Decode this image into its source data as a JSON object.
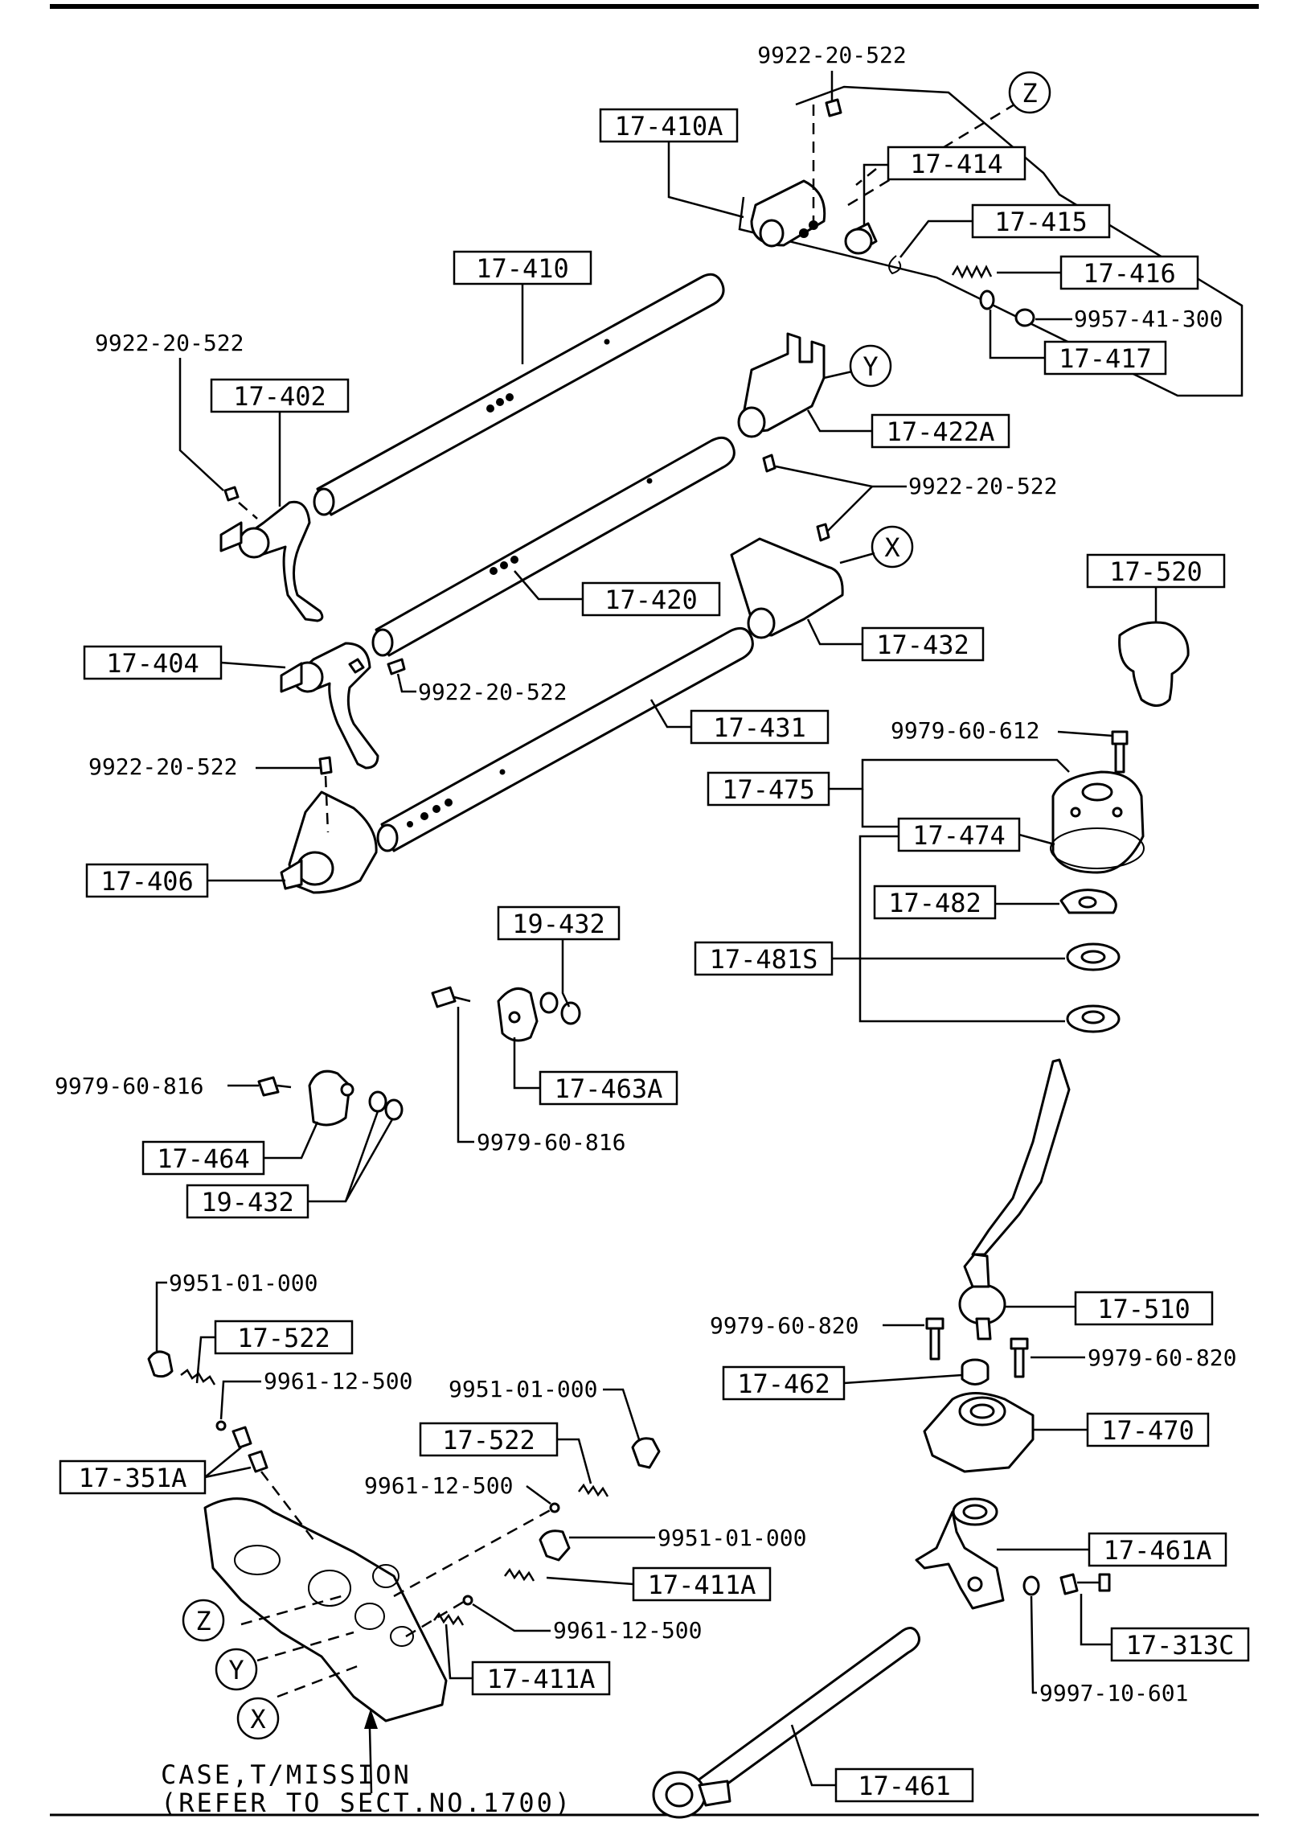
{
  "labels": {
    "p17_410A": "17-410A",
    "p17_414": "17-414",
    "p17_415": "17-415",
    "p17_416": "17-416",
    "p17_417": "17-417",
    "p17_410": "17-410",
    "p17_402": "17-402",
    "p17_422A": "17-422A",
    "p17_420": "17-420",
    "p17_432": "17-432",
    "p17_404": "17-404",
    "p17_431": "17-431",
    "p17_406": "17-406",
    "p17_520": "17-520",
    "p17_475": "17-475",
    "p17_474": "17-474",
    "p17_482": "17-482",
    "p17_481S": "17-481S",
    "p19_432_a": "19-432",
    "p17_463A": "17-463A",
    "p17_464": "17-464",
    "p19_432_b": "19-432",
    "p17_510": "17-510",
    "p17_462": "17-462",
    "p17_470": "17-470",
    "p17_522_a": "17-522",
    "p17_522_b": "17-522",
    "p17_351A": "17-351A",
    "p17_411A_a": "17-411A",
    "p17_411A_b": "17-411A",
    "p17_461A": "17-461A",
    "p17_313C": "17-313C",
    "p17_461": "17-461"
  },
  "part_numbers": {
    "pin_top": "9922-20-522",
    "pin_left": "9922-20-522",
    "pin_mid": "9922-20-522",
    "pin_404": "9922-20-522",
    "pin_406": "9922-20-522",
    "washer_9957": "9957-41-300",
    "bolt_612": "9979-60-612",
    "bolt_816_a": "9979-60-816",
    "bolt_816_b": "9979-60-816",
    "bolt_820_a": "9979-60-820",
    "bolt_820_b": "9979-60-820",
    "plug_a": "9951-01-000",
    "plug_b": "9951-01-000",
    "plug_c": "9951-01-000",
    "ball_a": "9961-12-500",
    "ball_b": "9961-12-500",
    "ball_c": "9961-12-500",
    "clip_9997": "9997-10-601"
  },
  "callouts": {
    "z_top": "Z",
    "y_top": "Y",
    "x_top": "X",
    "z_case": "Z",
    "y_case": "Y",
    "x_case": "X"
  },
  "note": {
    "line1": "CASE,T/MISSION",
    "line2": "(REFER TO SECT.NO.1700)"
  }
}
